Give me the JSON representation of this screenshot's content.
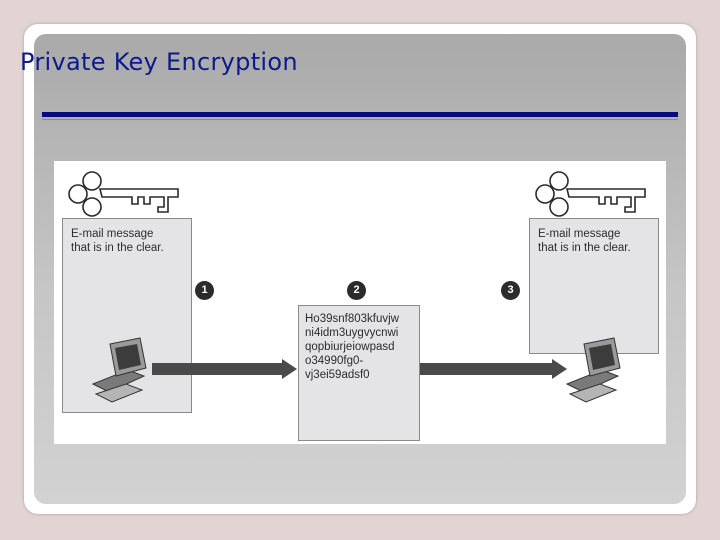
{
  "slide": {
    "title": "Private Key Encryption"
  },
  "diagram": {
    "left_message": [
      "E-mail message",
      "that is in the clear."
    ],
    "right_message": [
      "E-mail message",
      "that is in the clear."
    ],
    "ciphertext": [
      "Ho39snf803kfuvjw",
      "ni4idm3uygvycnwi",
      "qopbiurjeiowpasd",
      "o34990fg0-",
      "vj3ei59adsf0"
    ],
    "steps": [
      "1",
      "2",
      "3"
    ]
  }
}
